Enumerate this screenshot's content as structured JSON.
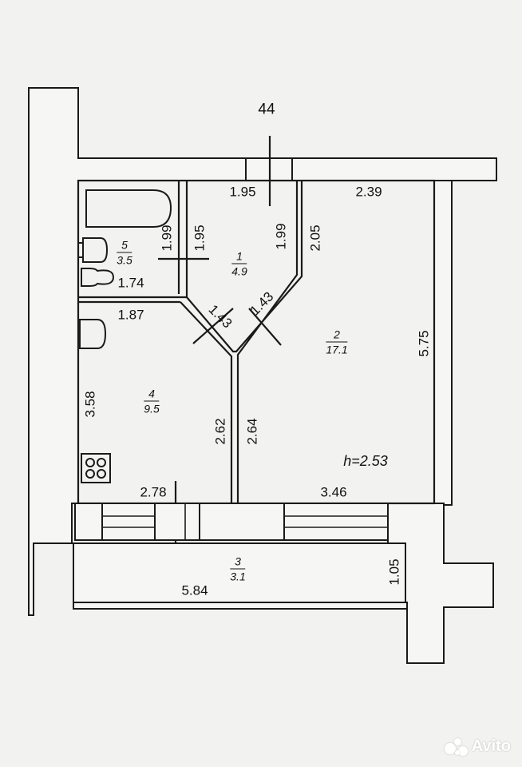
{
  "plan": {
    "number": "44",
    "height": "h=2.53",
    "dimensions": {
      "bath_top": "1.95",
      "room2_top": "2.39",
      "bath_side_a": "1.99",
      "bath_side_b": "1.95",
      "hall_side_a": "1.99",
      "hall_side_b": "2.05",
      "bath_bottom": "1.74",
      "kitchen_top": "1.87",
      "diag_left": "1.43",
      "diag_right": "1.43",
      "room2_side": "5.75",
      "kitchen_side": "3.58",
      "partition_left": "2.62",
      "partition_right": "2.64",
      "kitchen_bottom": "2.78",
      "room2_bottom": "3.46",
      "loggia_length": "5.84",
      "loggia_width": "1.05"
    },
    "rooms": [
      {
        "number": "1",
        "area": "4.9"
      },
      {
        "number": "2",
        "area": "17.1"
      },
      {
        "number": "3",
        "area": "3.1"
      },
      {
        "number": "4",
        "area": "9.5"
      },
      {
        "number": "5",
        "area": "3.5"
      }
    ]
  },
  "watermark": {
    "text": "Avito",
    "icon": "avito-logo-icon"
  },
  "colors": {
    "background": "#f2f2f0",
    "wall_fill": "#f6f6f4",
    "line": "#1a1a1a",
    "text": "#111111"
  }
}
